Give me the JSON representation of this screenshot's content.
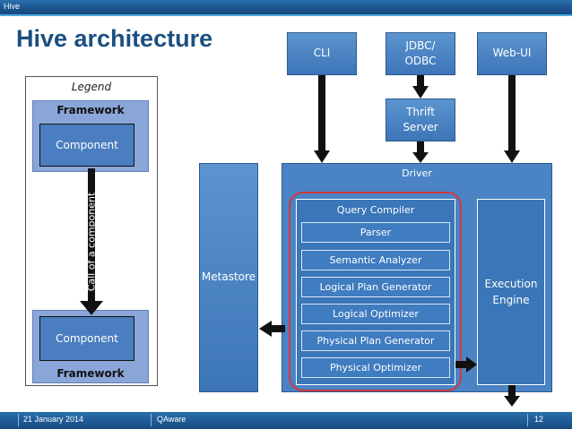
{
  "header": {
    "bar_title": "Hive",
    "title": "Hive architecture"
  },
  "legend": {
    "title": "Legend",
    "top_framework": "Framework",
    "top_component": "Component",
    "call_label": "Call of a component",
    "bottom_component": "Component",
    "bottom_framework": "Framework"
  },
  "clients": {
    "cli": "CLI",
    "jdbc_line1": "JDBC/",
    "jdbc_line2": "ODBC",
    "webui": "Web-UI"
  },
  "thrift": {
    "line1": "Thrift",
    "line2": "Server"
  },
  "metastore": "Metastore",
  "driver": {
    "label": "Driver",
    "query_compiler": "Query Compiler",
    "stages": [
      "Parser",
      "Semantic Analyzer",
      "Logical Plan Generator",
      "Logical Optimizer",
      "Physical Plan Generator",
      "Physical Optimizer"
    ],
    "execution_line1": "Execution",
    "execution_line2": "Engine"
  },
  "footer": {
    "date": "21 January 2014",
    "company": "QAware",
    "page": "12"
  },
  "colors": {
    "brand_blue": "#1b4f82",
    "box_blue": "#3d76b8",
    "highlight": "#d03a3a"
  }
}
